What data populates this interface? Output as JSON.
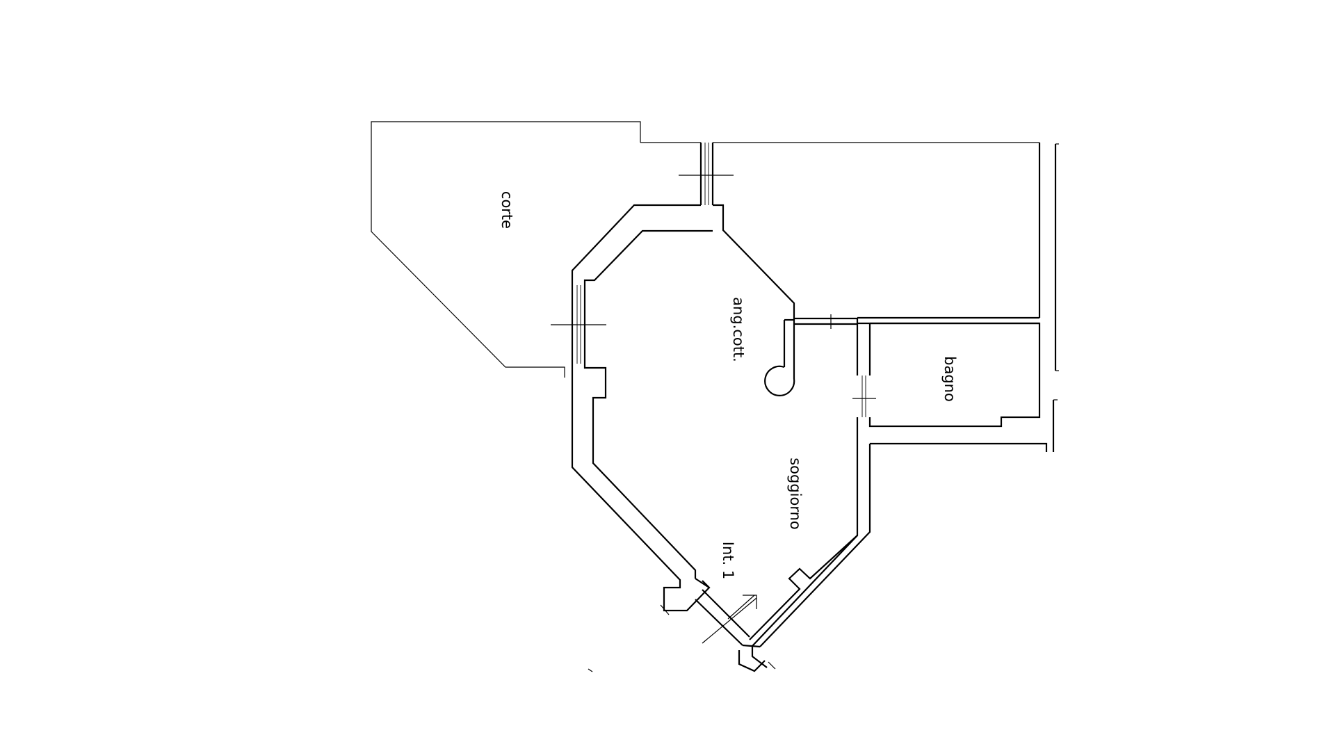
{
  "floor_plan": {
    "rooms": {
      "corte": "corte",
      "kitchen": "ang.cott.",
      "bathroom": "bagno",
      "living": "soggiorno",
      "unit": "Int. 1"
    },
    "colors": {
      "line": "#000000",
      "background": "#ffffff"
    }
  }
}
